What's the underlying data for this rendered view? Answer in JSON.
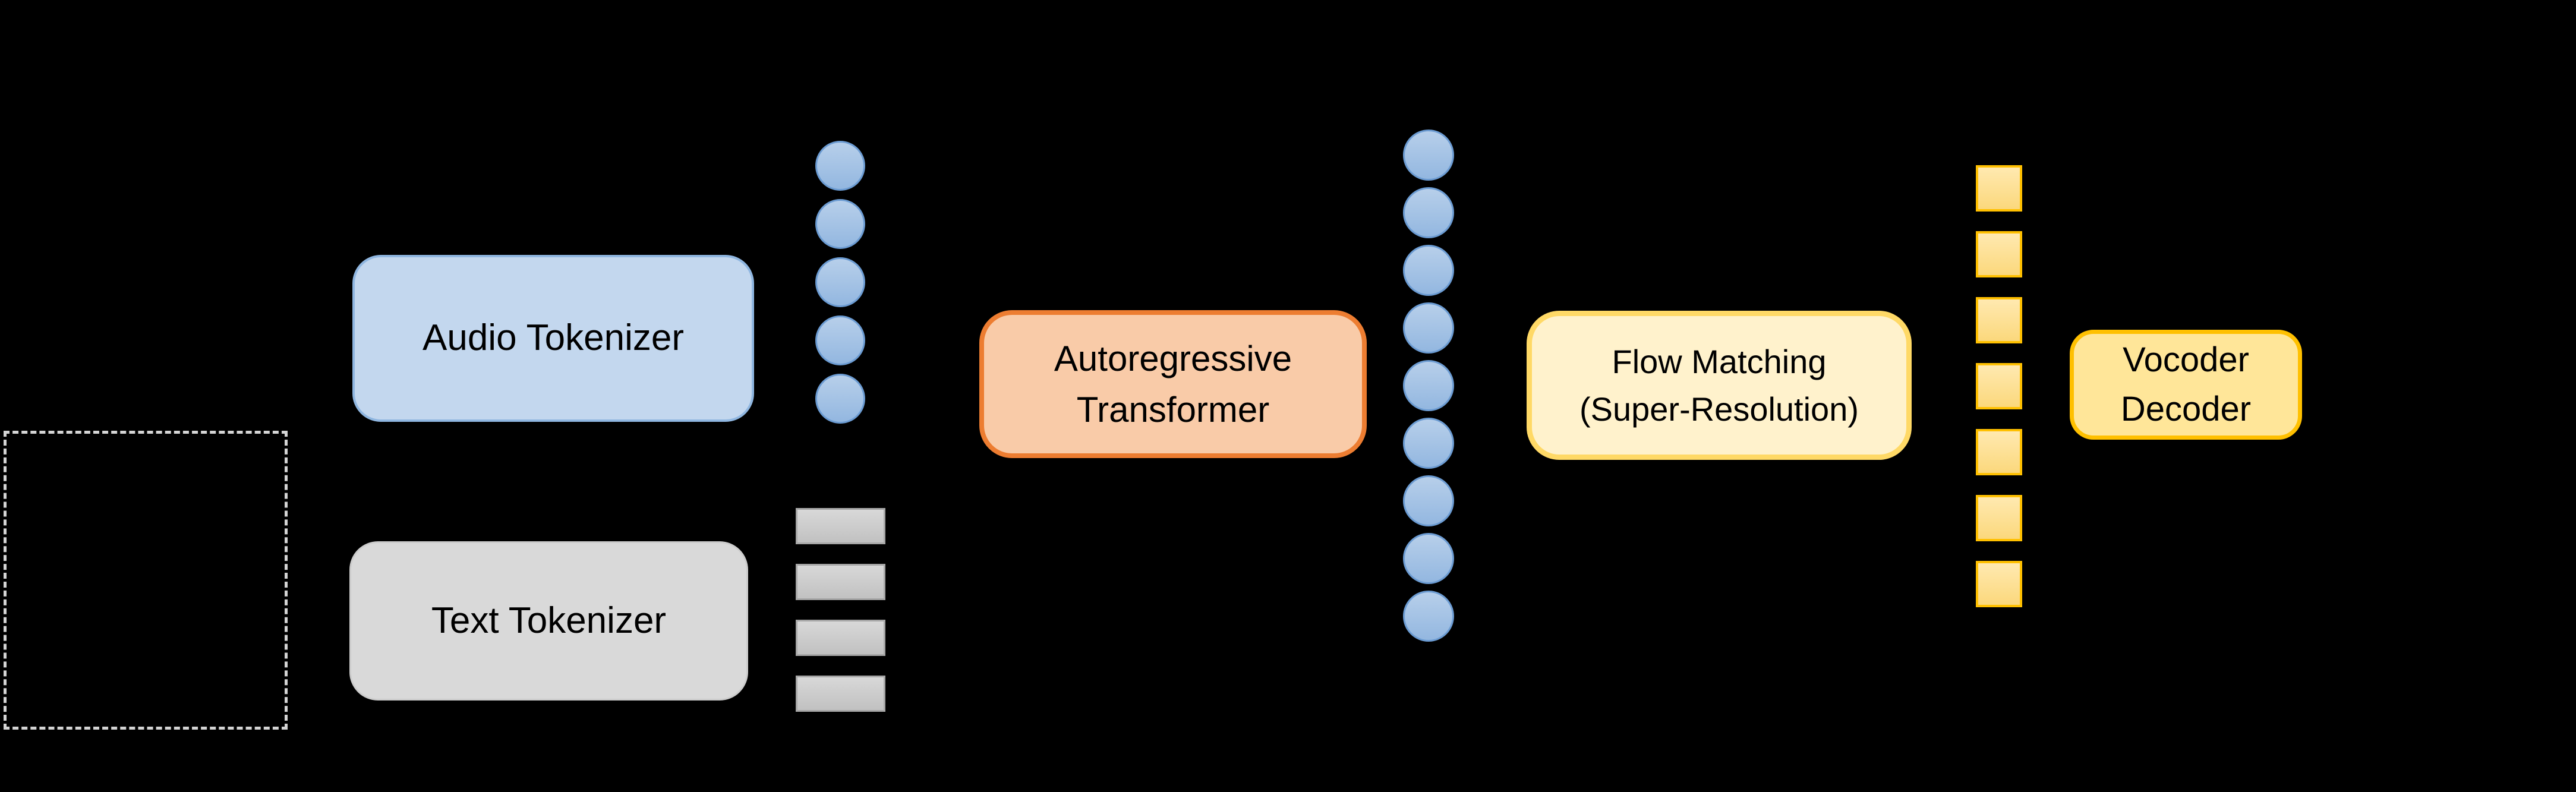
{
  "canvas": {
    "background": "#000000"
  },
  "diagram": {
    "reference_input_box": {
      "style": "dashed",
      "border_color": "#d4d4d4"
    },
    "nodes": [
      {
        "id": "audio-tokenizer",
        "lines": [
          "Audio Tokenizer"
        ],
        "fill": "#c3d7ee",
        "border": "#8fb6e0",
        "text_color": "#000000"
      },
      {
        "id": "text-tokenizer",
        "lines": [
          "Text Tokenizer"
        ],
        "fill": "#d9d9d9",
        "border": "#cccccc",
        "text_color": "#000000"
      },
      {
        "id": "autoregressive-transformer",
        "lines": [
          "Autoregressive",
          "Transformer"
        ],
        "fill": "#f9cba8",
        "border": "#ed7d31",
        "text_color": "#000000"
      },
      {
        "id": "flow-matching",
        "lines": [
          "Flow Matching",
          "(Super-Resolution)"
        ],
        "fill": "#fff2cc",
        "border": "#ffd966",
        "text_color": "#000000"
      },
      {
        "id": "vocoder-decoder",
        "lines": [
          "Vocoder",
          "Decoder"
        ],
        "fill": "#ffe699",
        "border": "#ffc000",
        "text_color": "#000000"
      }
    ],
    "token_columns": [
      {
        "id": "audio-tokens",
        "shape": "circle-lg",
        "count": 5,
        "fill_top": "#b7cfea",
        "fill_bottom": "#93b7e0",
        "border": "#6b9bd2",
        "border_width": 3
      },
      {
        "id": "text-tokens",
        "shape": "bar",
        "count": 4,
        "fill_top": "#d8d8d8",
        "fill_bottom": "#c1c1c1",
        "border": "#a6a6a6",
        "border_width": 3
      },
      {
        "id": "generated-tokens",
        "shape": "circle-md",
        "count": 9,
        "fill_top": "#b7cfea",
        "fill_bottom": "#93b7e0",
        "border": "#6b9bd2",
        "border_width": 3
      },
      {
        "id": "feature-tokens",
        "shape": "square",
        "count": 7,
        "fill_top": "#ffe9b0",
        "fill_bottom": "#fbd87c",
        "border": "#ffc000",
        "border_width": 4
      }
    ]
  }
}
